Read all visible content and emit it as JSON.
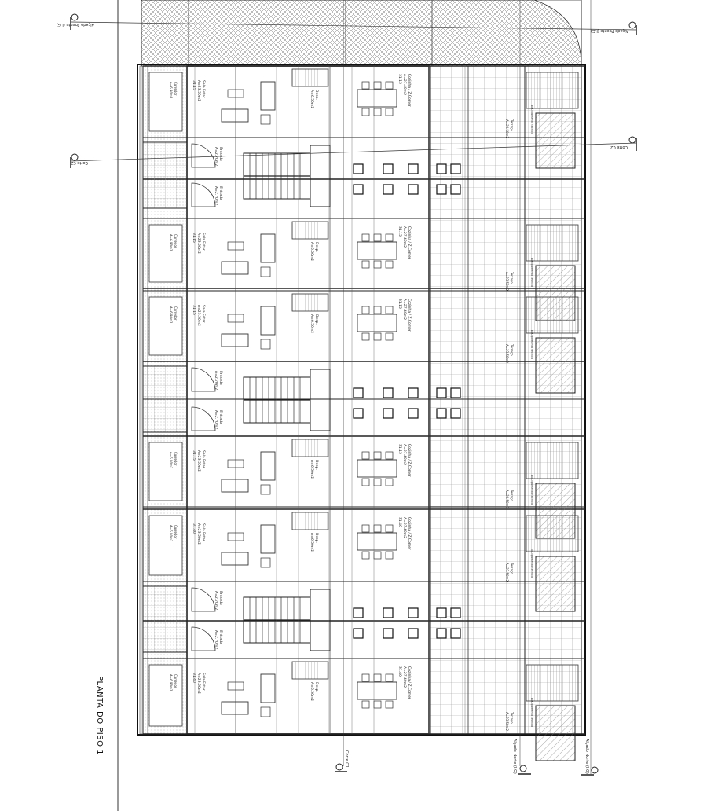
{
  "title": "PLANTA DO PISO 1",
  "unit_labels": [
    {
      "room1": "Sala Estar",
      "area1": "A=23.50m2",
      "room2": "Cozinha / Z.Comer",
      "area2": "A=27.40m2",
      "room3": "Desp.",
      "area3": "A=6.50m2",
      "elev": "31.15"
    },
    {
      "room1": "Sala Estar",
      "area1": "A=23.50m2",
      "room2": "Cozinha / Z.Comer",
      "area2": "A=27.40m2",
      "room3": "Desp.",
      "area3": "A=6.50m2",
      "elev": "31.15"
    },
    {
      "room1": "Sala Estar",
      "area1": "A=23.50m2",
      "room2": "Cozinha / Z.Comer",
      "area2": "A=27.40m2",
      "room3": "Desp.",
      "area3": "A=6.50m2",
      "elev": "31.15"
    },
    {
      "room1": "Sala Estar",
      "area1": "A=23.50m2",
      "room2": "Cozinha / Z.Comer",
      "area2": "A=27.40m2",
      "room3": "Desp.",
      "area3": "A=6.50m2",
      "elev": "31.15"
    },
    {
      "room1": "Sala Estar",
      "area1": "A=23.50m2",
      "room2": "Cozinha / Z.Comer",
      "area2": "A=27.40m2",
      "room3": "Desp.",
      "area3": "A=6.50m2",
      "elev": "31.40"
    },
    {
      "room1": "Sala Estar",
      "area1": "A=23.50m2",
      "room2": "Cozinha / Z.Comer",
      "area2": "A=27.40m2",
      "room3": "Desp.",
      "area3": "A=6.50m2",
      "elev": "31.40"
    }
  ],
  "entrance_labels": [
    "Entrada",
    "A=2.70m2"
  ],
  "corridor_labels": [
    "Corredor",
    "A=6.90m2"
  ],
  "terrace_labels": [
    "Terraço",
    "A=23.50m2"
  ],
  "equipment_label": "Equipamento técnico",
  "section_labels": [
    "Alçado Poente (I.G)",
    "Alçado Poente (I.G)",
    "Corte C2",
    "Corte C2",
    "Corte C1",
    "Alçado Norte (I.G)",
    "Alçado Norte (I.G)"
  ],
  "colors": {
    "line": "#222222",
    "hatch": "#666666",
    "paper": "#ffffff"
  }
}
